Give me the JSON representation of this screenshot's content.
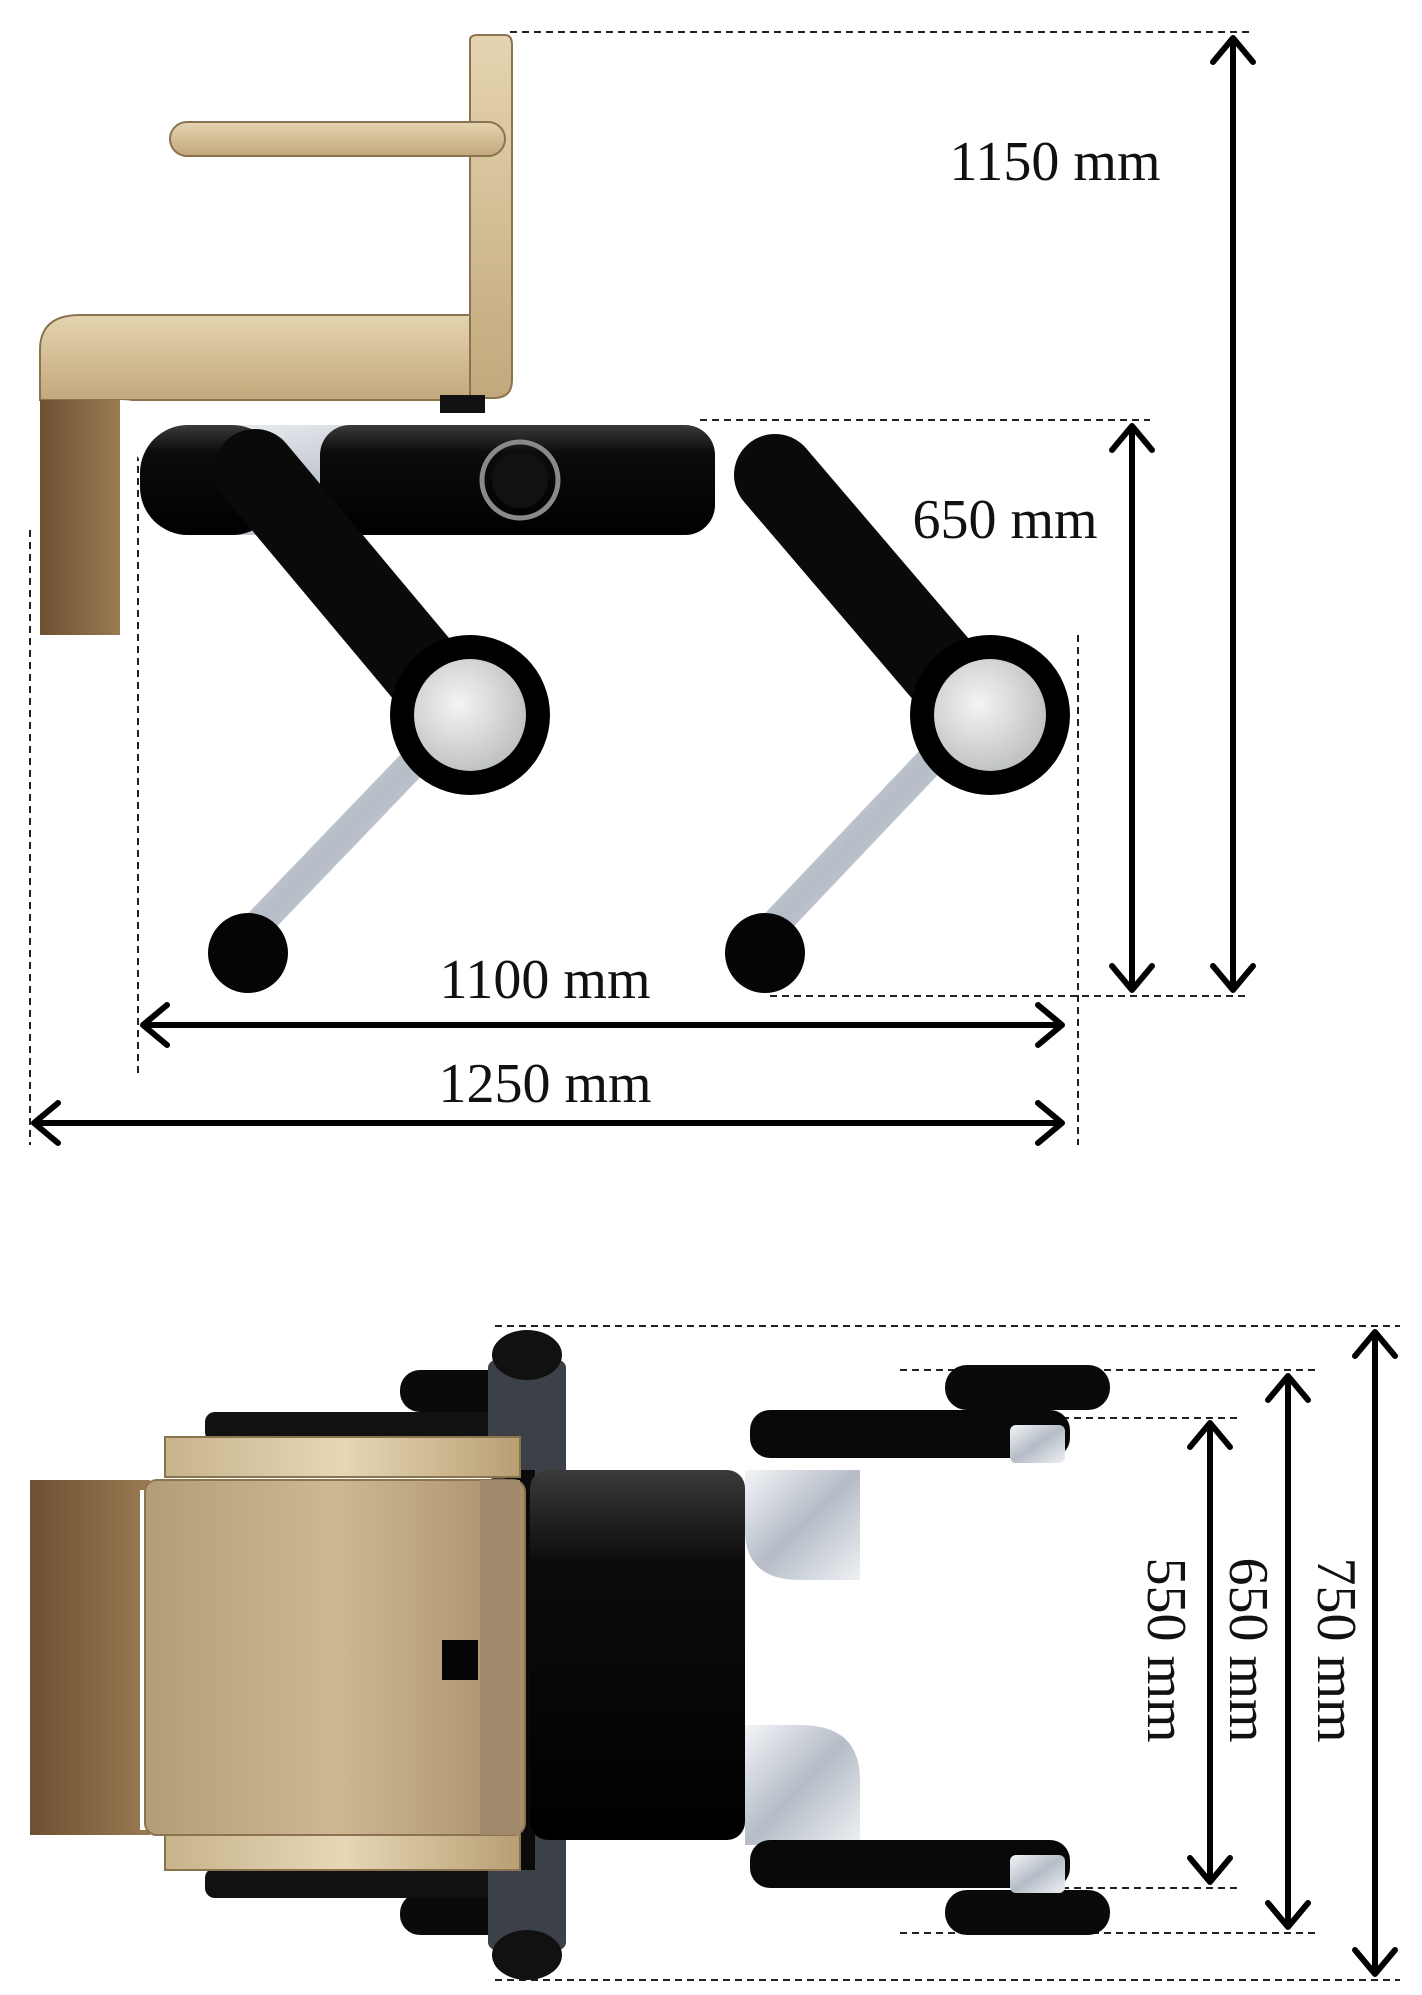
{
  "side_view": {
    "label_total_height": "1150 mm",
    "label_body_height": "650 mm",
    "label_body_length": "1100 mm",
    "label_total_length": "1250 mm"
  },
  "top_view": {
    "label_inner_width": "550 mm",
    "label_mid_width": "650 mm",
    "label_outer_width": "750 mm"
  },
  "colors": {
    "seat": "#d9c6a0",
    "seat_dark": "#7a5a38",
    "body": "#0a0a0a",
    "metal": "#c8ced6"
  }
}
